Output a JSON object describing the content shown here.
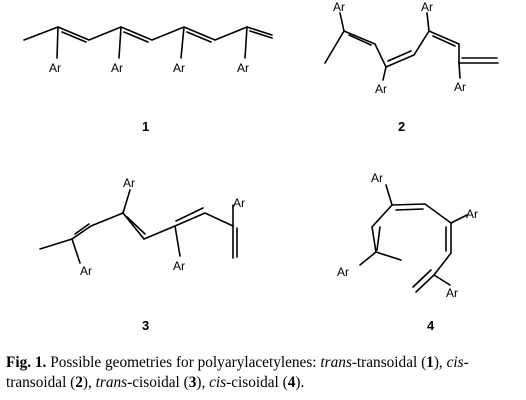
{
  "structures": [
    {
      "number": "1",
      "substituent": "Ar"
    },
    {
      "number": "2",
      "substituent": "Ar"
    },
    {
      "number": "3",
      "substituent": "Ar"
    },
    {
      "number": "4",
      "substituent": "Ar"
    }
  ],
  "caption": {
    "label": "Fig. 1.",
    "intro": "Possible geometries for polyarylacetylenes:",
    "items": [
      {
        "name_italic": "trans",
        "name_rest": "-transoidal",
        "num": "1"
      },
      {
        "name_italic": "cis",
        "name_rest": "-transoidal",
        "num": "2"
      },
      {
        "name_italic": "trans",
        "name_rest": "-cisoidal",
        "num": "3"
      },
      {
        "name_italic": "cis",
        "name_rest": "-cisoidal",
        "num": "4"
      }
    ]
  }
}
